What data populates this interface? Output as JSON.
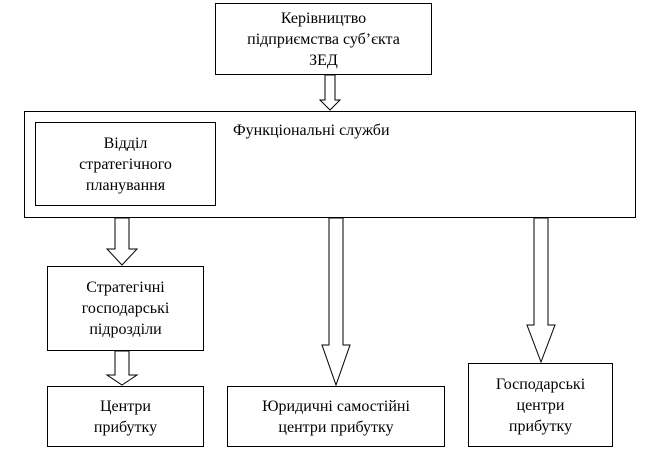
{
  "diagram": {
    "management": "Керівництво підприємства суб’єкта ЗЕД",
    "management_lines": [
      "Керівництво",
      "підприємства суб’єкта",
      "ЗЕД"
    ],
    "functional_services": "Функціональні служби",
    "strategic_planning_lines": [
      "Відділ",
      "стратегічного",
      "планування"
    ],
    "strategic_units_lines": [
      "Стратегічні",
      "господарські",
      "підрозділи"
    ],
    "profit_centers_lines": [
      "Центри",
      "прибутку"
    ],
    "legal_centers_lines": [
      "Юридичні самостійні",
      "центри прибутку"
    ],
    "economic_centers_lines": [
      "Господарські",
      "центри",
      "прибутку"
    ]
  }
}
